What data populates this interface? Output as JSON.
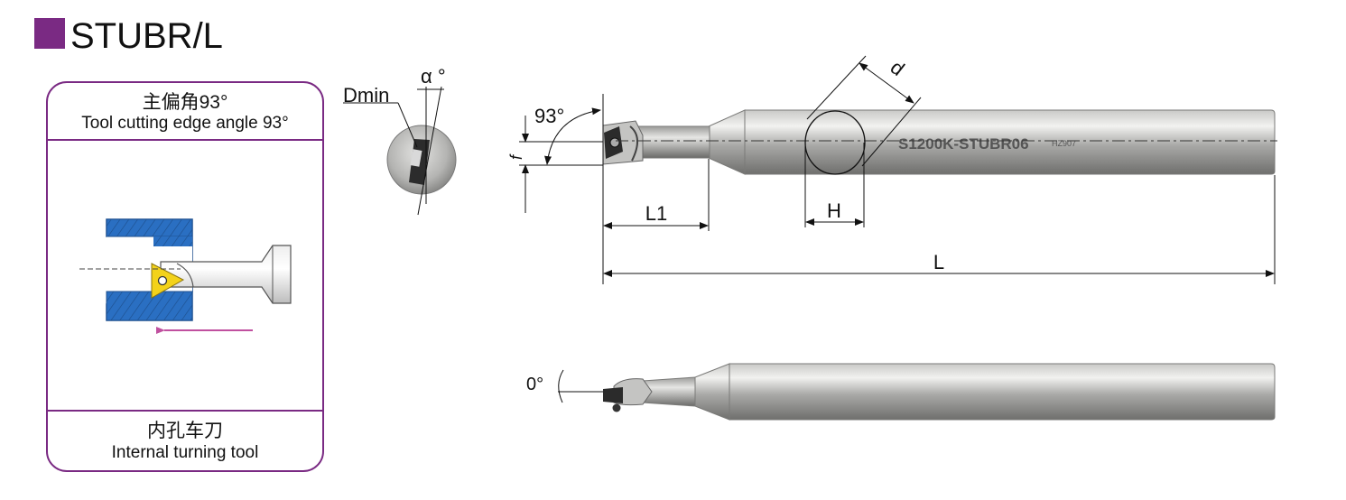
{
  "header": {
    "title": "STUBR/L",
    "marker_color": "#7a2a83"
  },
  "panel": {
    "top_cn": "主偏角93°",
    "top_en": "Tool cutting edge angle 93°",
    "bottom_cn": "内孔车刀",
    "bottom_en": "Internal turning tool",
    "border_color": "#7a2a83",
    "workpiece_color": "#2a6fc2",
    "insert_color": "#f3d21a",
    "feed_arrow_color": "#c0509f"
  },
  "end_view": {
    "dmin_label": "Dmin",
    "alpha_label": "α °"
  },
  "tool_side": {
    "angle_label": "93°",
    "f_label": "f",
    "d_label": "d",
    "h_label": "H",
    "l1_label": "L1",
    "l_label": "L",
    "engraving": "S1200K-STUBR06",
    "engraving_small": "HZ907"
  },
  "tool_top": {
    "angle_label": "0°"
  }
}
